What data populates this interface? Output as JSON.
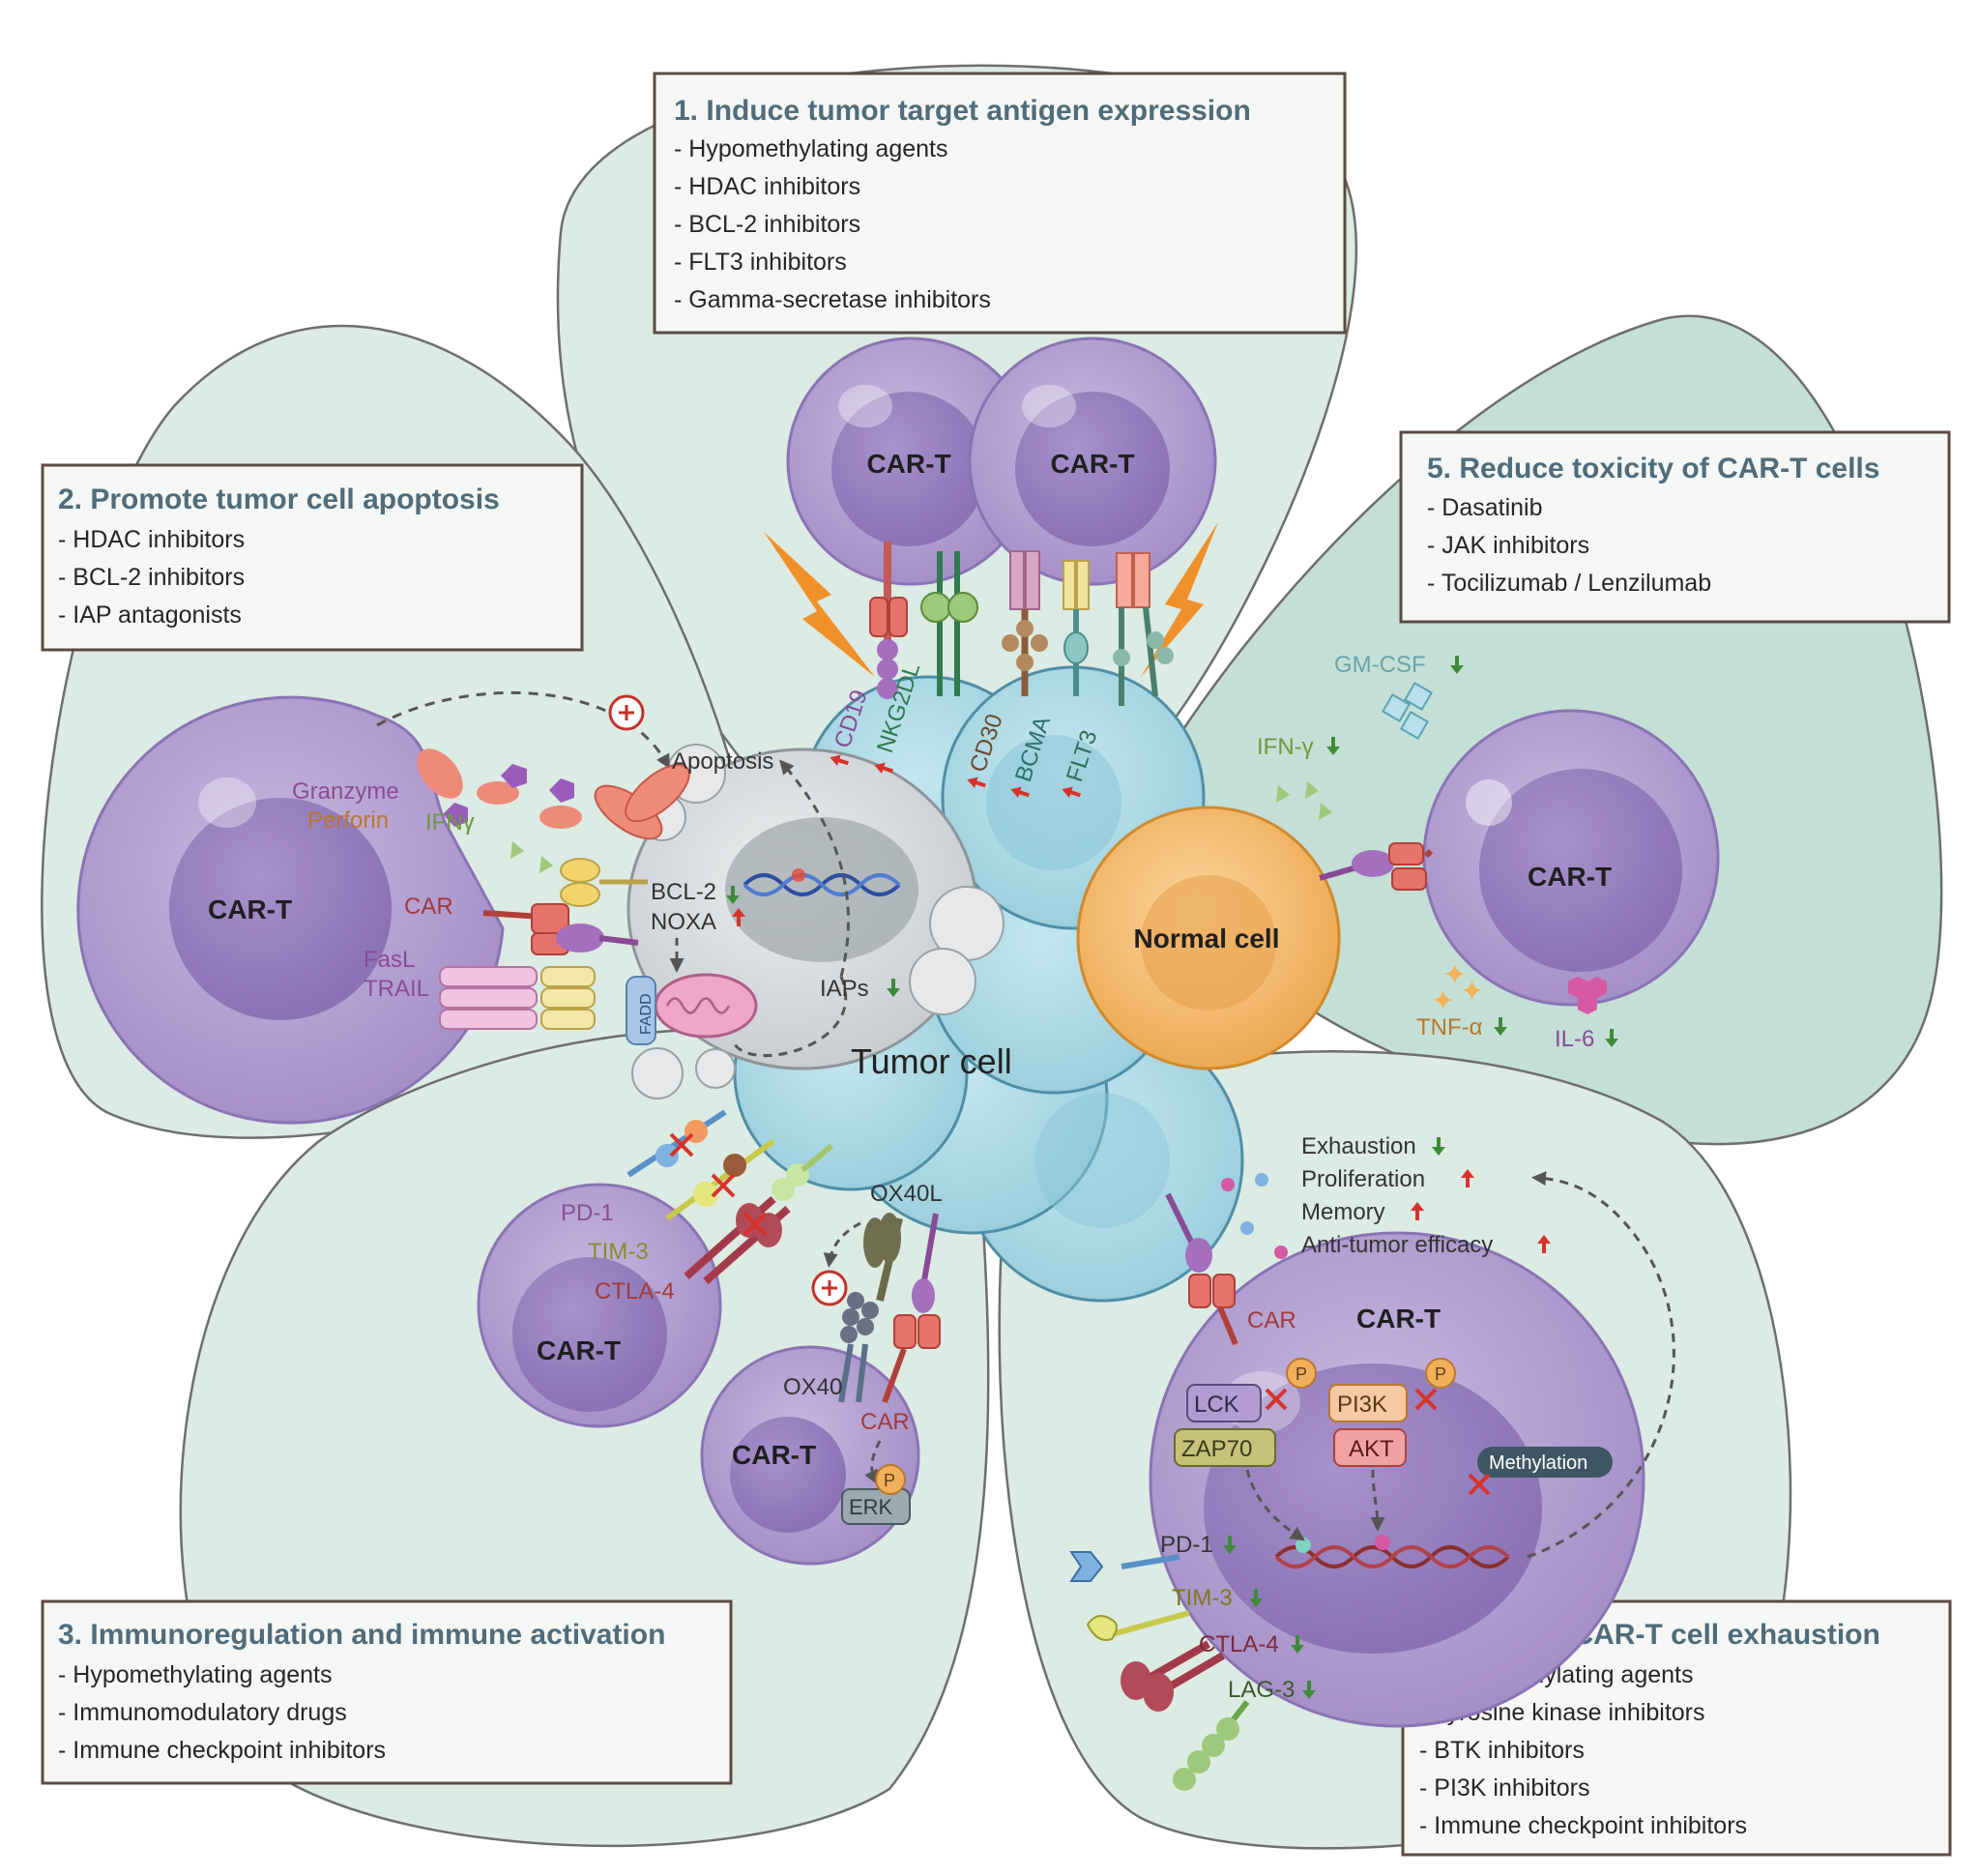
{
  "boxes": {
    "b1": {
      "title": "1. Induce tumor target antigen expression",
      "items": [
        "- Hypomethylating agents",
        "- HDAC inhibitors",
        "- BCL-2 inhibitors",
        "- FLT3 inhibitors",
        "- Gamma-secretase inhibitors"
      ]
    },
    "b2": {
      "title": "2. Promote tumor cell apoptosis",
      "items": [
        "- HDAC inhibitors",
        "- BCL-2 inhibitors",
        "- IAP antagonists"
      ]
    },
    "b3": {
      "title": "3. Immunoregulation and immune activation",
      "items": [
        "- Hypomethylating agents",
        "- Immunomodulatory drugs",
        "- Immune checkpoint inhibitors"
      ]
    },
    "b4": {
      "title": "4. Reverse CAR-T cell exhaustion",
      "items": [
        "- Hypomethylating agents",
        "- Tyrosine kinase inhibitors",
        "- BTK inhibitors",
        "- PI3K inhibitors",
        "- Immune checkpoint inhibitors"
      ]
    },
    "b5": {
      "title": "5. Reduce toxicity of CAR-T cells",
      "items": [
        "- Dasatinib",
        "- JAK inhibitors",
        "- Tocilizumab / Lenzilumab"
      ]
    }
  },
  "cells": {
    "car_t": "CAR-T",
    "tumor": "Tumor cell",
    "normal": "Normal cell"
  },
  "labels": {
    "apoptosis": "Apoptosis",
    "granzyme": "Granzyme",
    "perforin": "Perforin",
    "ifng": "IFNγ",
    "car": "CAR",
    "fasl": "FasL",
    "trail": "TRAIL",
    "fadd": "FADD",
    "bcl2": "BCL-2",
    "noxa": "NOXA",
    "iaps": "IAPs",
    "cd19": "CD19",
    "nkg2dl": "NKG2DL",
    "cd30": "CD30",
    "bcma": "BCMA",
    "flt3": "FLT3",
    "gmcsf": "GM-CSF",
    "ifn_gamma": "IFN-γ",
    "tnfa": "TNF-α",
    "il6": "IL-6",
    "pd1": "PD-1",
    "tim3": "TIM-3",
    "ctla4": "CTLA-4",
    "lag3": "LAG-3",
    "ox40l": "OX40L",
    "ox40": "OX40",
    "erk": "ERK",
    "p": "P",
    "lck": "LCK",
    "zap70": "ZAP70",
    "pi3k": "PI3K",
    "akt": "AKT",
    "methylation": "Methylation",
    "exhaustion": "Exhaustion",
    "proliferation": "Proliferation",
    "memory": "Memory",
    "antitumor": "Anti-tumor efficacy"
  },
  "colors": {
    "petal": "#dcebe3",
    "petal_dark": "#c4e0d6",
    "cart": "#b6a2d1",
    "tumor": "#aad8e4",
    "normal": "#f6c27b",
    "up_arrow": "#d6332b",
    "down_arrow": "#3f8a3a",
    "lightning": "#f0902a"
  }
}
